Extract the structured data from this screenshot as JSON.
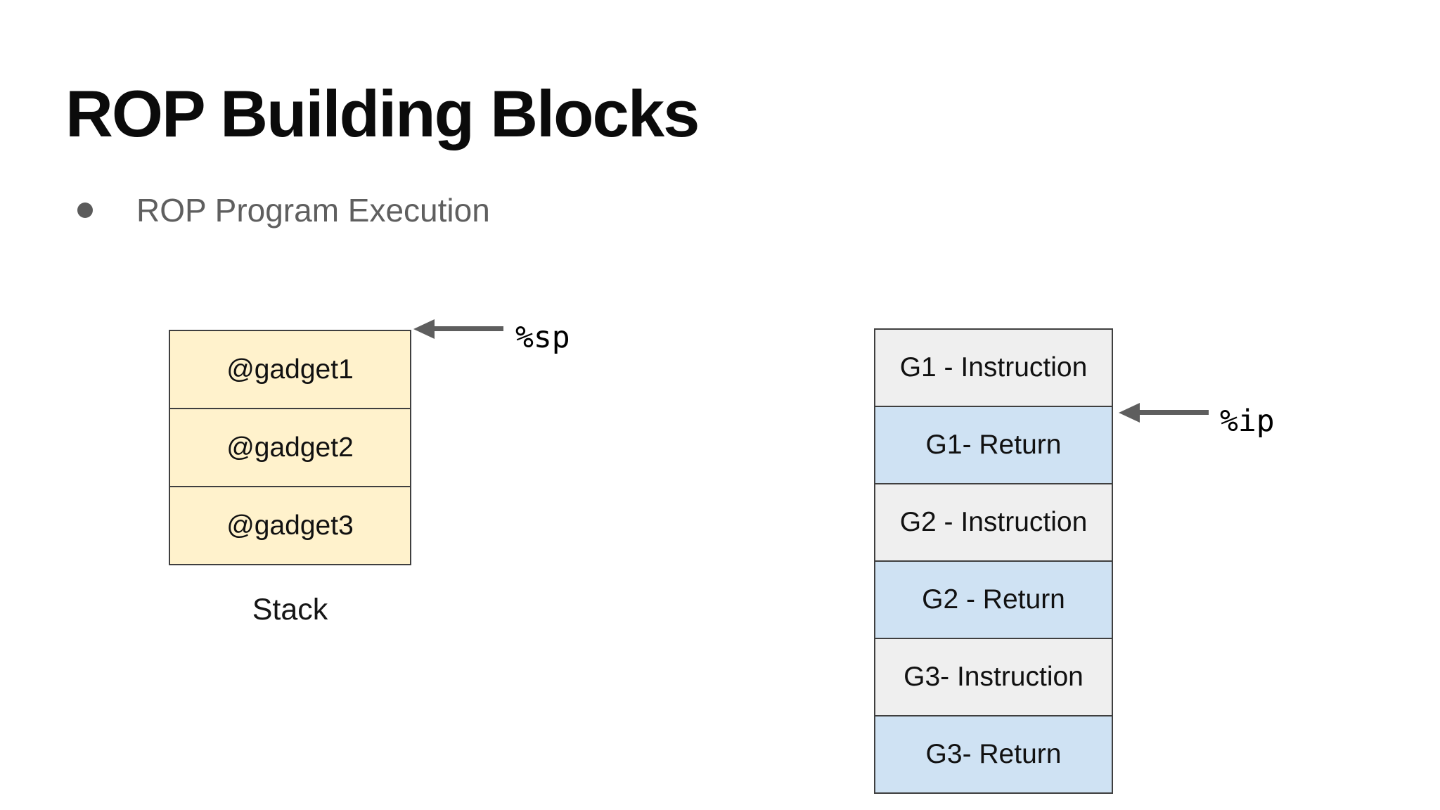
{
  "slide": {
    "title": "ROP Building Blocks",
    "bullet": "ROP Program Execution"
  },
  "stack": {
    "rows": [
      "@gadget1",
      "@gadget2",
      "@gadget3"
    ],
    "caption": "Stack",
    "pointer_label": "%sp",
    "fill": "#fff2cc"
  },
  "gadget_chain": {
    "rows": [
      {
        "label": "G1 - Instruction",
        "type": "instruction"
      },
      {
        "label": "G1- Return",
        "type": "return"
      },
      {
        "label": "G2 - Instruction",
        "type": "instruction"
      },
      {
        "label": "G2 - Return",
        "type": "return"
      },
      {
        "label": "G3- Instruction",
        "type": "instruction"
      },
      {
        "label": "G3- Return",
        "type": "return"
      }
    ],
    "pointer_label": "%ip",
    "instruction_fill": "#efefef",
    "return_fill": "#cfe2f3"
  },
  "colors": {
    "border": "#3f3f3f",
    "arrow": "#5e5e5e",
    "title_text": "#0b0b0b",
    "bullet_text": "#5f5f5f",
    "background": "#ffffff"
  }
}
